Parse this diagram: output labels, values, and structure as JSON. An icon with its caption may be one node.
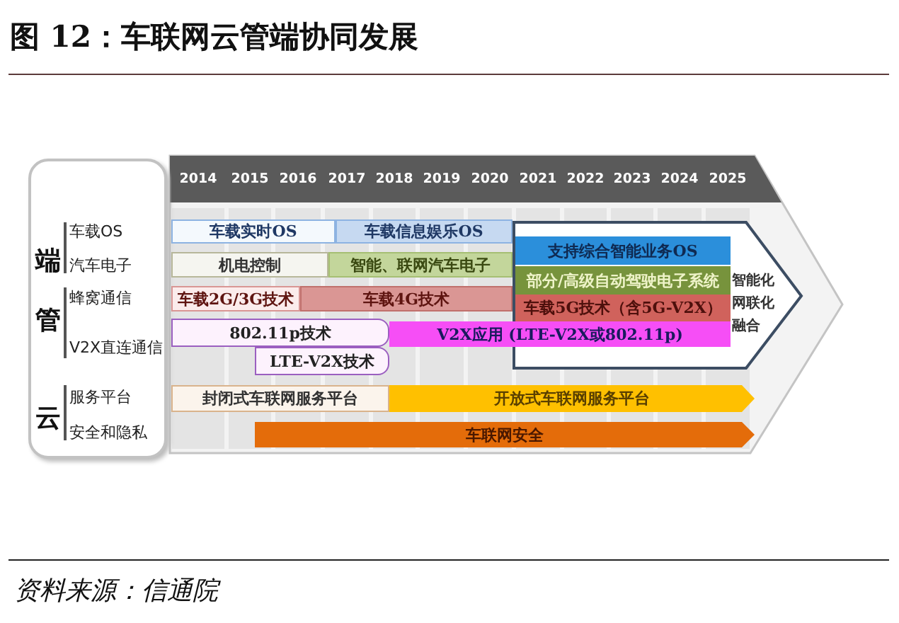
{
  "diagram": {
    "title": "图 12：车联网云管端协同发展",
    "caption": "资料来源：信通院",
    "nodes": [
      {
        "text": [
          "端",
          "车载OS",
          "汽车电子",
          "管",
          "蜂窝通信",
          "V2X直连通信",
          "云",
          "服务平台",
          "安全和隐私"
        ]
      },
      {
        "text": [
          "2014"
        ]
      },
      {
        "text": [
          "2015"
        ]
      },
      {
        "text": [
          "2016"
        ]
      },
      {
        "text": [
          "2017"
        ]
      },
      {
        "text": [
          "2018"
        ]
      },
      {
        "text": [
          "2019"
        ]
      },
      {
        "text": [
          "2020"
        ]
      },
      {
        "text": [
          "2021"
        ]
      },
      {
        "text": [
          "2022"
        ]
      },
      {
        "text": [
          "2023"
        ]
      },
      {
        "text": [
          "2024"
        ]
      },
      {
        "text": [
          "2025"
        ]
      },
      {
        "text": [
          "车载实时OS"
        ]
      },
      {
        "text": [
          "车载信息娱乐OS"
        ]
      },
      {
        "text": [
          "机电控制"
        ]
      },
      {
        "text": [
          "智能、联网汽车电子"
        ]
      },
      {
        "text": [
          "车载2G/3G技术"
        ]
      },
      {
        "text": [
          "车载4G技术"
        ]
      },
      {
        "text": [
          "智能化网联化融合"
        ]
      },
      {
        "text": [
          "支持综合智能业务OS"
        ],
        "in": 19
      },
      {
        "text": [
          "部分/高级自动驾驶电子系统"
        ],
        "in": 19
      },
      {
        "text": [
          "车载5G技术（含5G-V2X）"
        ],
        "in": 19
      },
      {
        "text": [
          "802.11p技术"
        ]
      },
      {
        "text": [
          "V2X应用 (LTE-V2X或802.11p)"
        ]
      },
      {
        "text": [
          "LTE-V2X技术"
        ]
      },
      {
        "text": [
          "封闭式车联网服务平台"
        ]
      },
      {
        "text": [
          "开放式车联网服务平台"
        ]
      },
      {
        "text": [
          "车联网安全"
        ]
      }
    ]
  }
}
